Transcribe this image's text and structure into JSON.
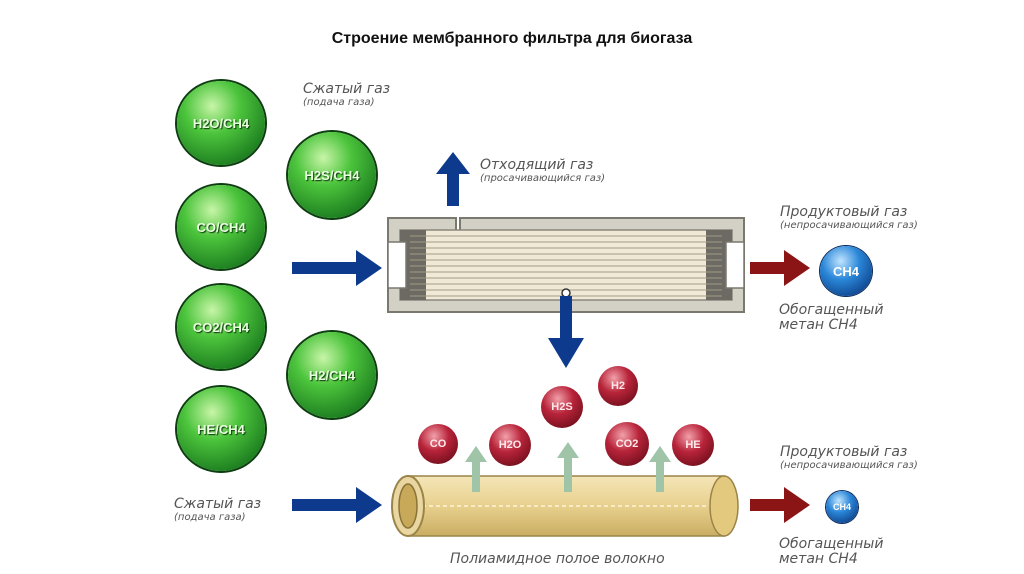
{
  "title": "Строение мембранного фильтра для биогаза",
  "colors": {
    "green_sphere": "#2ea82e",
    "blue_sphere": "#1e73c8",
    "red_sphere": "#a01828",
    "blue_arrow": "#0d3a8c",
    "red_arrow": "#8b1414",
    "light_arrow": "#9fc4a8",
    "filter_body": "#d0cdc4",
    "fiber_tube": "#ead79c"
  },
  "left_molecules": [
    "H2O/CH4",
    "CO/CH4",
    "CO2/CH4",
    "HE/CH4"
  ],
  "mid_molecules": [
    "H2S/CH4",
    "H2/CH4"
  ],
  "released_molecules": [
    "CO",
    "H2O",
    "H2S",
    "H2",
    "CO2",
    "HE"
  ],
  "labels": {
    "compressed_gas_top": {
      "main": "Сжатый газ",
      "sub": "(подача газа)"
    },
    "permeate_gas": {
      "main": "Отходящий газ",
      "sub": "(просачивающийся газ)"
    },
    "product_gas_top": {
      "main": "Продуктовый газ",
      "sub": "(непросачивающийся газ)"
    },
    "enriched_top": {
      "line1": "Обогащенный",
      "line2": "метан CH4"
    },
    "ch4_top": "CH4",
    "product_gas_bottom": {
      "main": "Продуктовый газ",
      "sub": "(непросачивающийся газ)"
    },
    "enriched_bottom": {
      "line1": "Обогащенный",
      "line2": "метан CH4"
    },
    "ch4_bottom": "CH4",
    "compressed_gas_bottom": {
      "main": "Сжатый газ",
      "sub": "(подача газа)"
    },
    "fiber_label": "Полиамидное полое волокно"
  }
}
